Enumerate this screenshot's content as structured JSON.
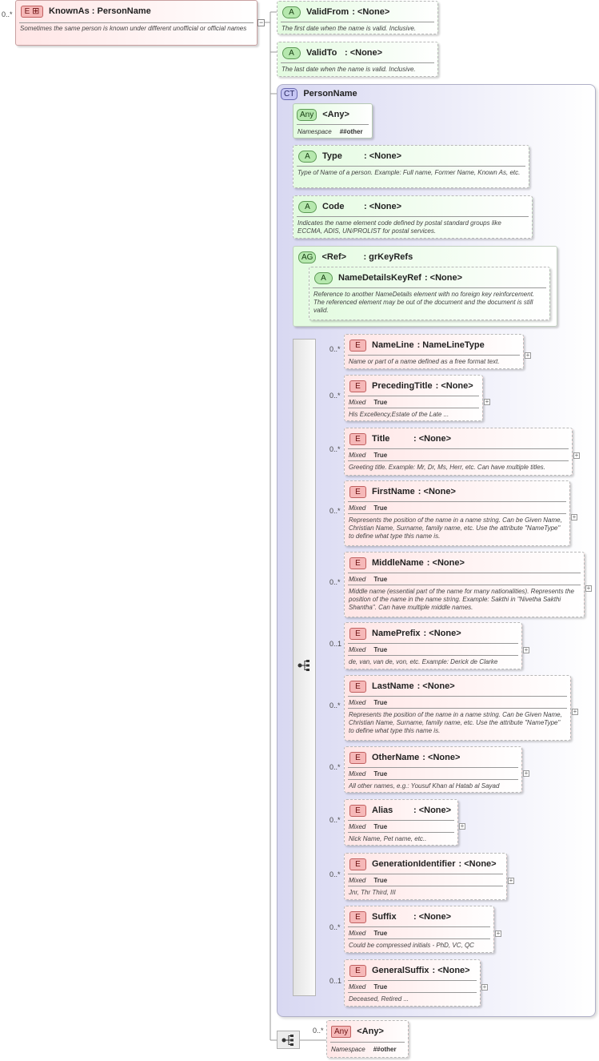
{
  "root": {
    "cardinality": "0..*",
    "badge": "E",
    "name": "KnownAs : PersonName",
    "doc": "Sometimes the same person is known under different unofficial or official names"
  },
  "attrs_top": [
    {
      "badge": "A",
      "name": "ValidFrom",
      "type": ": <None>",
      "doc": "The first date when the name is valid. Inclusive."
    },
    {
      "badge": "A",
      "name": "ValidTo",
      "type": ": <None>",
      "doc": "The last date when the name is valid. Inclusive."
    }
  ],
  "complex_type": {
    "badge": "CT",
    "name": "PersonName",
    "any": {
      "badge": "Any",
      "name": "<Any>",
      "ns_label": "Namespace",
      "ns_value": "##other"
    },
    "attributes": [
      {
        "badge": "A",
        "name": "Type",
        "type": ": <None>",
        "doc": "Type of Name of a person. Example: Full name, Former Name, Known As, etc."
      },
      {
        "badge": "A",
        "name": "Code",
        "type": ": <None>",
        "doc": "Indicates the name element code defined by postal standard groups like ECCMA, ADIS, UN/PROLIST for postal services."
      }
    ],
    "attr_group": {
      "badge": "AG",
      "name": "<Ref>",
      "type": ": grKeyRefs",
      "inner": {
        "badge": "A",
        "name": "NameDetailsKeyRef",
        "type": ": <None>",
        "doc": "Reference to another NameDetails element with no foreign key reinforcement. The referenced element may be out of the document and the document is still valid."
      }
    },
    "elements": [
      {
        "card": "0..*",
        "name": "NameLine",
        "type": ": NameLineType",
        "mixed": "",
        "doc": "Name or part of a name defined as a free format text."
      },
      {
        "card": "0..*",
        "name": "PrecedingTitle",
        "type": ": <None>",
        "mixed": "True",
        "doc": "His Excellency,Estate of the Late ..."
      },
      {
        "card": "0..*",
        "name": "Title",
        "type": ": <None>",
        "mixed": "True",
        "doc": "Greeting title. Example: Mr, Dr, Ms, Herr, etc. Can have multiple titles."
      },
      {
        "card": "0..*",
        "name": "FirstName",
        "type": ": <None>",
        "mixed": "True",
        "doc": "Represents the position of the name in a name string. Can be Given Name, Christian Name, Surname, family name, etc. Use the attribute \"NameType\" to define what type this name is."
      },
      {
        "card": "0..*",
        "name": "MiddleName",
        "type": ": <None>",
        "mixed": "True",
        "doc": "Middle name (essential part of the name for many nationalities). Represents the position of the name in the name string. Example: Sakthi in \"Nivetha Sakthi Shantha\". Can have multiple middle names."
      },
      {
        "card": "0..1",
        "name": "NamePrefix",
        "type": ": <None>",
        "mixed": "True",
        "doc": "de, van, van de, von, etc. Example: Derick de Clarke"
      },
      {
        "card": "0..*",
        "name": "LastName",
        "type": ": <None>",
        "mixed": "True",
        "doc": "Represents the position of the name in a name string. Can be Given Name, Christian Name, Surname, family name, etc. Use the attribute \"NameType\" to define what type this name is."
      },
      {
        "card": "0..*",
        "name": "OtherName",
        "type": ": <None>",
        "mixed": "True",
        "doc": "All other names, e.g.: Yousuf Khan al Hatab al Sayad"
      },
      {
        "card": "0..*",
        "name": "Alias",
        "type": ": <None>",
        "mixed": "True",
        "doc": "Nick Name, Pet name, etc.."
      },
      {
        "card": "0..*",
        "name": "GenerationIdentifier",
        "type": ": <None>",
        "mixed": "True",
        "doc": "Jnr, Thr Third, III"
      },
      {
        "card": "0..*",
        "name": "Suffix",
        "type": ": <None>",
        "mixed": "True",
        "doc": "Could be compressed initials - PhD, VC, QC"
      },
      {
        "card": "0..1",
        "name": "GeneralSuffix",
        "type": ": <None>",
        "mixed": "True",
        "doc": "Deceased, Retired ..."
      }
    ],
    "mixed_label": "Mixed",
    "element_badge": "E"
  },
  "bottom_any": {
    "card": "0..*",
    "badge": "Any",
    "name": "<Any>",
    "ns_label": "Namespace",
    "ns_value": "##other"
  },
  "colors": {
    "element_fill": "#ffe6e6",
    "attribute_fill": "#e3fbe0",
    "complex_type_fill": "#d8d8f2"
  },
  "icons": {
    "sequence": "sequence-icon",
    "expand": "plus-icon",
    "collapse": "minus-icon"
  }
}
